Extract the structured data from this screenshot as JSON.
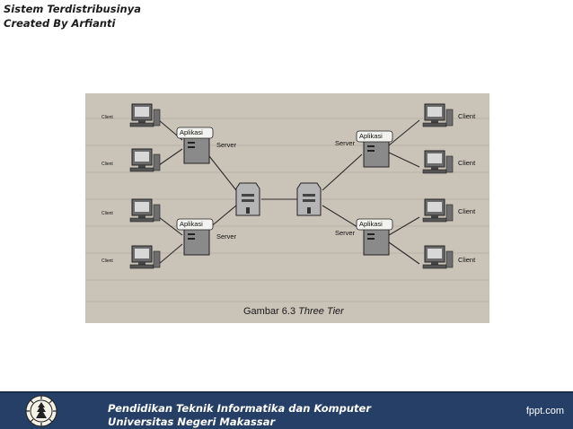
{
  "header": {
    "line1": "Sistem Terdistribusinya",
    "line2": "Created By Arfianti"
  },
  "figure": {
    "caption_prefix": "Gambar 6.3",
    "caption_title": "Three Tier",
    "left_side": {
      "client_labels": [
        "Client",
        "Client",
        "Client",
        "Client"
      ],
      "app_labels": [
        "Aplikasi",
        "Aplikasi"
      ],
      "server_label_top": "Server",
      "server_label_bottom": "Server"
    },
    "right_side": {
      "client_labels": [
        "Client",
        "Client",
        "Client",
        "Client"
      ],
      "app_labels": [
        "Aplikasi",
        "Aplikasi"
      ],
      "server_label_top": "Server",
      "server_label_bottom": "Server"
    }
  },
  "footer": {
    "line1": "Pendidikan Teknik Informatika dan Komputer",
    "line2": "Universitas Negeri Makassar",
    "brand": "fppt.com"
  },
  "colors": {
    "footer_bg": "#263f66",
    "figure_bg": "#c9c3b8"
  }
}
